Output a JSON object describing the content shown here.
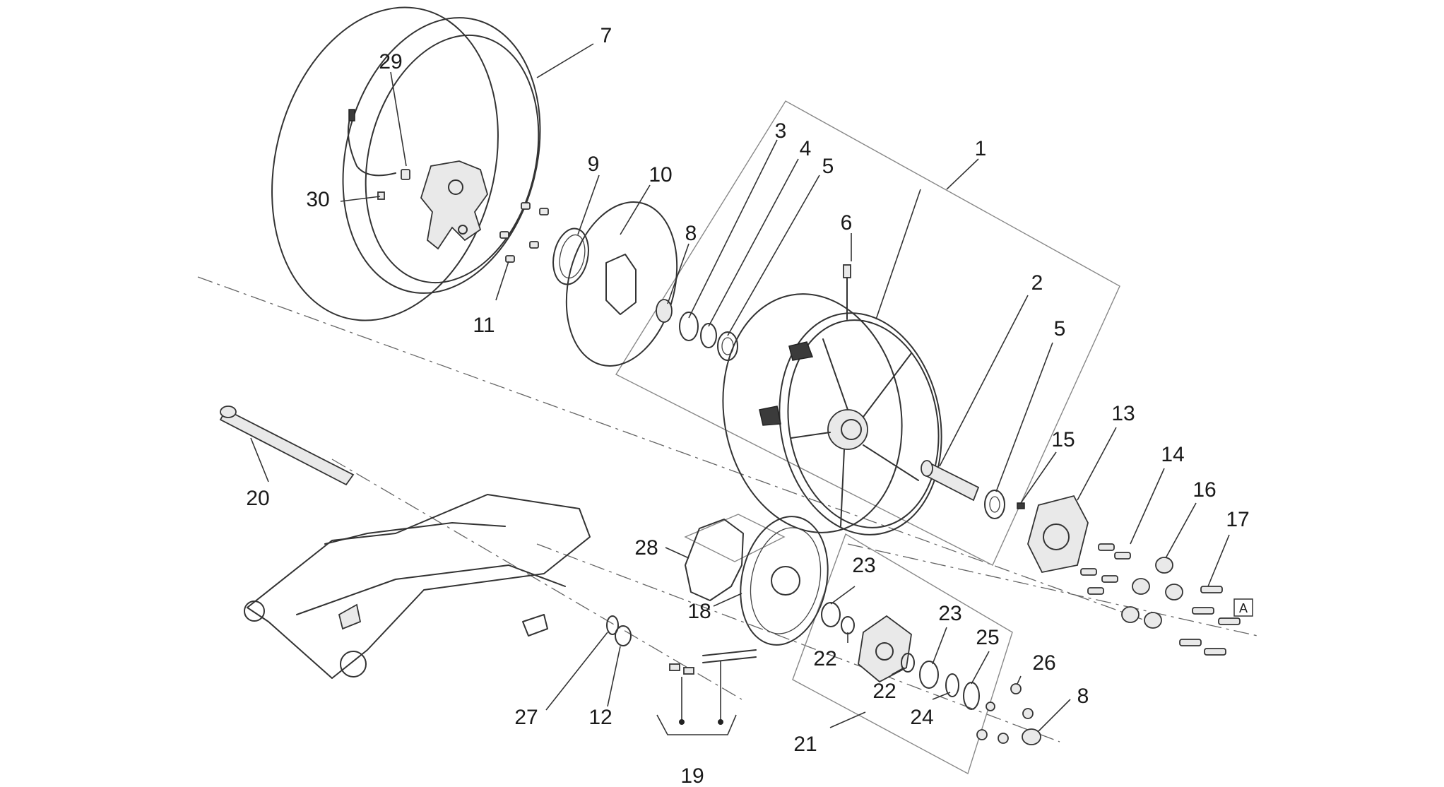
{
  "diagram": {
    "type": "exploded-parts-view",
    "reference_box_label": "A",
    "callouts": [
      "1",
      "2",
      "3",
      "4",
      "5",
      "5",
      "6",
      "7",
      "8",
      "8",
      "9",
      "10",
      "11",
      "12",
      "13",
      "14",
      "15",
      "16",
      "17",
      "18",
      "19",
      "20",
      "21",
      "22",
      "22",
      "23",
      "23",
      "24",
      "25",
      "26",
      "27",
      "28",
      "29",
      "30"
    ]
  }
}
